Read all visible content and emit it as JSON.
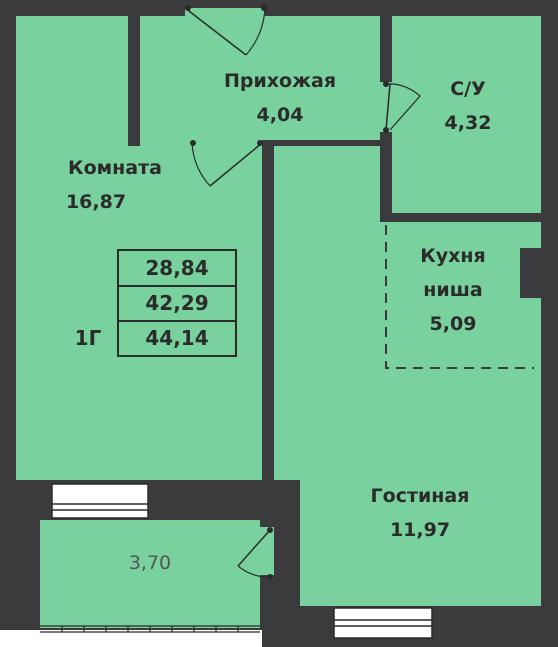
{
  "rooms": [
    {
      "name": "Прихожая",
      "area": "4,04"
    },
    {
      "name": "С/У",
      "area": "4,32"
    },
    {
      "name": "Комната",
      "area": "16,87"
    },
    {
      "name": "Кухня",
      "name2": "ниша",
      "area": "5,09"
    },
    {
      "name": "Гостиная",
      "area": "11,97"
    }
  ],
  "balcony": {
    "area": "3,70"
  },
  "areas_table": {
    "type_label": "1Г",
    "values": [
      "28,84",
      "42,29",
      "44,14"
    ]
  },
  "colors": {
    "room_fill": "#79d19d",
    "wall": "#3b3b3d",
    "text": "#2b2b2b",
    "balcony_text": "#555555"
  }
}
